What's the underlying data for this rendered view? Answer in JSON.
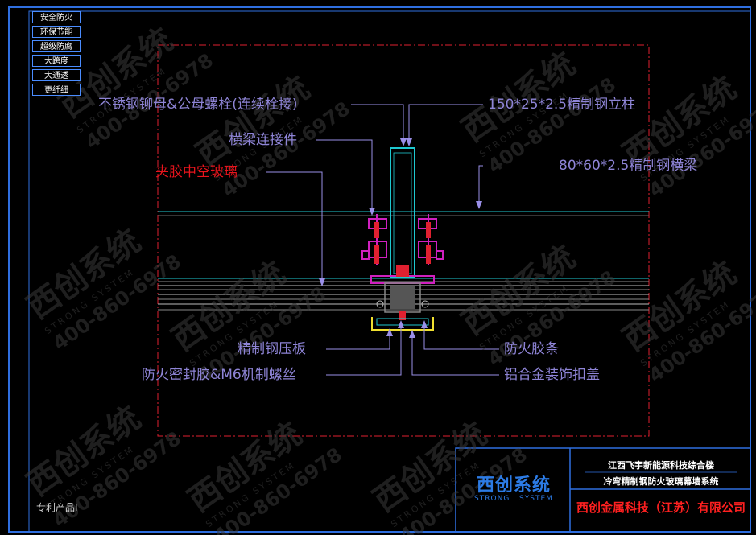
{
  "side_tags": [
    "安全防火",
    "环保节能",
    "超级防腐",
    "大跨度",
    "大通透",
    "更纤细"
  ],
  "labels": {
    "rivet_bolt": "不锈钢铆母&公母螺栓(连续栓接)",
    "column": "150*25*2.5精制钢立柱",
    "beam_connector": "横梁连接件",
    "glass": "夹胶中空玻璃",
    "beam": "80*60*2.5精制钢横梁",
    "pressure_plate": "精制钢压板",
    "fire_strip": "防火胶条",
    "sealant_screw": "防火密封胶&M6机制螺丝",
    "cover_cap": "铝合金装饰扣盖"
  },
  "title_block": {
    "project_line1": "江西飞宇新能源科技综合楼",
    "project_line2": "冷弯精制钢防火玻璃幕墙系统",
    "company": "西创金属科技（江苏）有限公司",
    "logo_cn": "西创系统",
    "logo_en": "STRONG | SYSTEM",
    "patent": "专利产品I"
  },
  "watermark": {
    "cn": "西创系统",
    "en": "STRONG SYSTEM",
    "phone": "400-860-6978"
  },
  "colors": {
    "frame": "#2f6fe0",
    "label": "#8e84d6",
    "red_label": "#e8141c",
    "leader": "#9a8fe8",
    "cyan": "#1ec8d0",
    "magenta": "#d020c0",
    "yellow": "#f0e030",
    "red": "#e02030"
  }
}
